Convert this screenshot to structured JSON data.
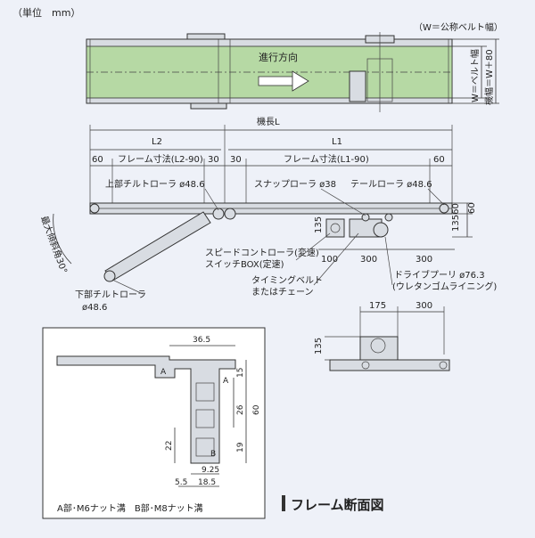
{
  "unit": "（単位　mm）",
  "belt_note": "（W＝公称ベルト幅）",
  "direction": "進行方向",
  "side_belt": "W＝ベルト幅",
  "side_machine": "機幅＝W＋80",
  "machine_length": "機長L",
  "l2": "L2",
  "l1": "L1",
  "dims": {
    "d60a": "60",
    "frame_l2": "フレーム寸法(L2-90)",
    "d30a": "30",
    "d30b": "30",
    "frame_l1": "フレーム寸法(L1-90)",
    "d60b": "60",
    "d135": "135",
    "d60c": "60",
    "d13560": "13560",
    "d100": "100",
    "d300": "300",
    "d175": "175",
    "d300b": "300",
    "d135b": "135"
  },
  "labels": {
    "upper_tilt": "上部チルトローラ ø48.6",
    "snap": "スナップローラ ø38",
    "tail": "テールローラ ø48.6",
    "max_angle": "最大傾斜角30°",
    "speed_controller": "スピードコントローラ(変速)",
    "switch_box": "スイッチBOX(定速)",
    "timing_belt": "タイミングベルト",
    "or_chain": "またはチェーン",
    "drive_pulley": "ドライブプーリ ø76.3",
    "urethane": "(ウレタンゴムライニング)",
    "lower_tilt": "下部チルトローラ",
    "lower_tilt_d": "ø48.6"
  },
  "section": {
    "d365": "36.5",
    "d15": "15",
    "d26": "26",
    "d60": "60",
    "d22": "22",
    "d19": "19",
    "d925": "9.25",
    "d55": "5.5",
    "d185": "18.5",
    "a": "A",
    "a2": "A",
    "b": "B",
    "caption": "A部･M6ナット溝　B部･M8ナット溝",
    "title": "フレーム断面図"
  }
}
